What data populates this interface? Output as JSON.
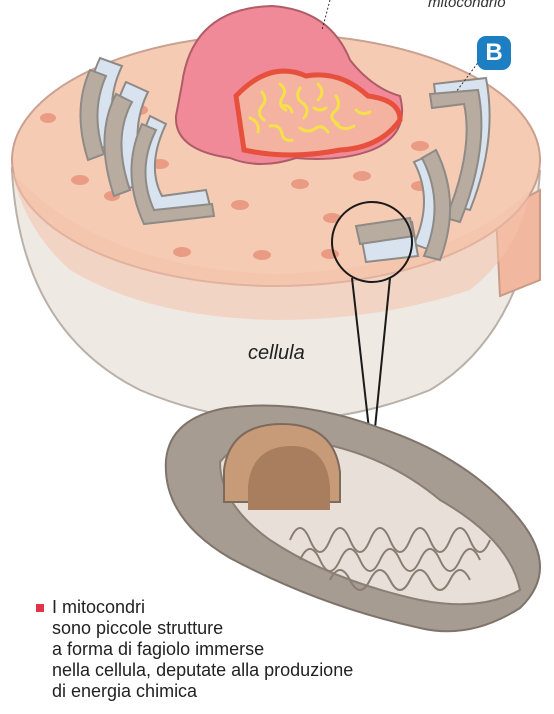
{
  "labels": {
    "cellula": "cellula",
    "mitocondrio": "mitocondrio",
    "badge": "B"
  },
  "caption": {
    "lines": [
      "I mitocondri",
      "sono piccole strutture",
      "a forma di fagiolo immerse",
      "nella cellula, deputate alla produzione",
      "di energia chimica"
    ]
  },
  "colors": {
    "badge": "#1d7ec1",
    "bullet": "#e0344a",
    "cytoplasm": "#f6cbb4",
    "nucleus": "#f08a98",
    "mito_outer": "#b4a89c",
    "mito_inner": "#c89b78"
  }
}
